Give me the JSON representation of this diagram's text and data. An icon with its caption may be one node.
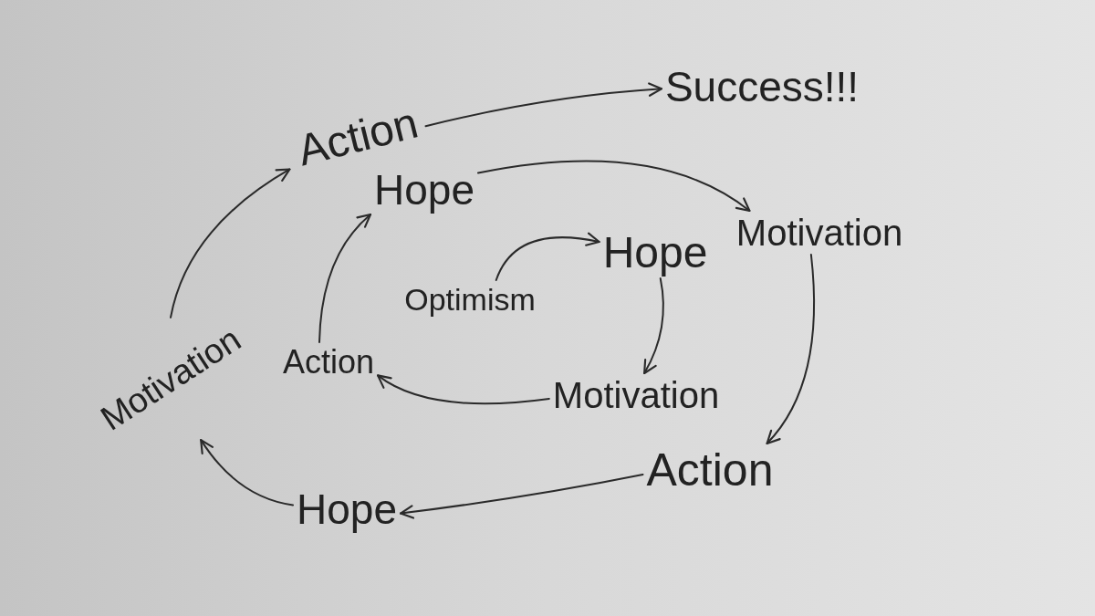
{
  "diagram": {
    "nodes": [
      {
        "text": [
          "Action"
        ]
      },
      {
        "text": [
          "Success!!!"
        ]
      },
      {
        "text": [
          "Hope"
        ]
      },
      {
        "text": [
          "Motivation"
        ]
      },
      {
        "text": [
          "Optimism"
        ]
      },
      {
        "text": [
          "Hope"
        ]
      },
      {
        "text": [
          "Motivation"
        ]
      },
      {
        "text": [
          "Action"
        ]
      },
      {
        "text": [
          "Motivation"
        ]
      },
      {
        "text": [
          "Action"
        ]
      },
      {
        "text": [
          "Hope"
        ]
      }
    ],
    "edges": [
      {
        "from": 0,
        "to": 1,
        "arrow": "to"
      },
      {
        "from": 2,
        "to": 3,
        "arrow": "to"
      },
      {
        "from": 3,
        "to": 9,
        "arrow": "to"
      },
      {
        "from": 9,
        "to": 10,
        "arrow": "to"
      },
      {
        "from": 10,
        "to": 6,
        "arrow": "to"
      },
      {
        "from": 6,
        "to": 0,
        "arrow": "to"
      },
      {
        "from": 4,
        "to": 5,
        "arrow": "to"
      },
      {
        "from": 5,
        "to": 8,
        "arrow": "to"
      },
      {
        "from": 8,
        "to": 7,
        "arrow": "to"
      },
      {
        "from": 7,
        "to": 2,
        "arrow": "to"
      }
    ]
  }
}
